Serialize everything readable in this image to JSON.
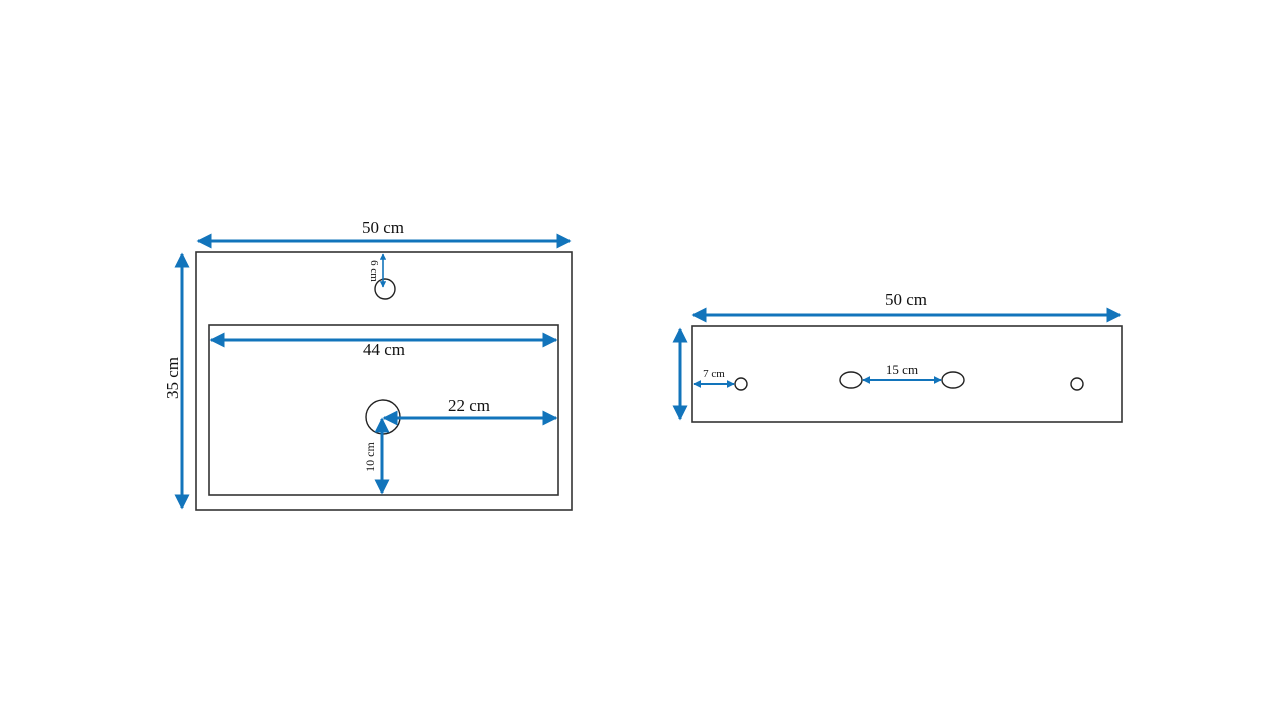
{
  "diagram": {
    "title": "Washbasin dimensions",
    "accent_color": "#1274bb",
    "line_color": "#333333",
    "top_view": {
      "labels": {
        "width": "50 cm",
        "depth": "35 cm",
        "inner_width": "44 cm",
        "tap_hole_offset": "6 cm",
        "drain_side_offset": "22 cm",
        "drain_front_offset": "10 cm"
      }
    },
    "front_view": {
      "labels": {
        "width": "50 cm",
        "mount_hole_offset": "7 cm",
        "bracket_spacing": "15 cm"
      }
    }
  }
}
